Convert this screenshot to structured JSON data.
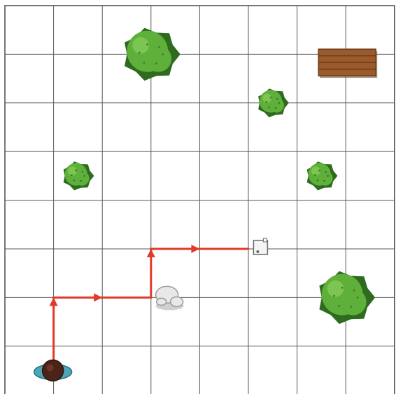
{
  "scene": {
    "grid": {
      "columns": 8,
      "rows": 8,
      "line_color": "#5a5a5a"
    },
    "path_color": "#e03a2a",
    "path": [
      [
        1,
        7.5
      ],
      [
        1,
        6
      ],
      [
        3,
        6
      ],
      [
        3,
        5
      ],
      [
        5,
        5
      ]
    ],
    "arrowheads": [
      [
        1,
        6
      ],
      [
        2,
        6
      ],
      [
        3,
        5
      ],
      [
        4,
        5
      ]
    ],
    "objects": [
      {
        "kind": "bush",
        "icon": "bush-icon",
        "size": "large",
        "col": 3,
        "row": 1
      },
      {
        "kind": "bush",
        "icon": "bush-icon",
        "size": "small",
        "col": 5.5,
        "row": 2
      },
      {
        "kind": "bush",
        "icon": "bush-icon",
        "size": "small",
        "col": 1.5,
        "row": 3.5
      },
      {
        "kind": "bush",
        "icon": "bush-icon",
        "size": "small",
        "col": 6.5,
        "row": 3.5
      },
      {
        "kind": "bush",
        "icon": "bush-icon",
        "size": "large",
        "col": 7,
        "row": 6
      },
      {
        "kind": "bench",
        "icon": "bench-icon",
        "col": 7,
        "row": 1.5
      },
      {
        "kind": "rock",
        "icon": "rock-icon",
        "col": 3.5,
        "row": 6
      },
      {
        "kind": "box",
        "icon": "box-icon",
        "col": 5.25,
        "row": 5
      },
      {
        "kind": "person",
        "icon": "person-top-view-icon",
        "col": 1,
        "row": 7.5
      }
    ],
    "colors": {
      "bush_dark": "#2f6b1f",
      "bush_light": "#5fb03a",
      "bench_wood": "#9a5a2c",
      "rock": "#e8e8e8",
      "hair": "#4a2418",
      "shoulders": "#4aa6b8"
    }
  }
}
